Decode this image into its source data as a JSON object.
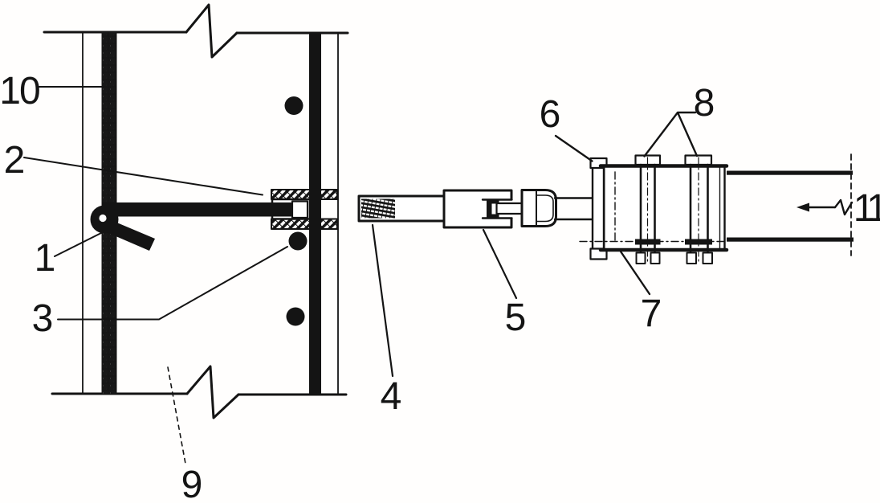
{
  "figure": {
    "kind": "patent-style technical line drawing — wall tie anchor and clamp connection detail",
    "background_color": "#fffefd",
    "ink_color": "#141414",
    "callouts": [
      "1",
      "2",
      "3",
      "4",
      "5",
      "6",
      "7",
      "8",
      "9",
      "10",
      "11"
    ]
  }
}
